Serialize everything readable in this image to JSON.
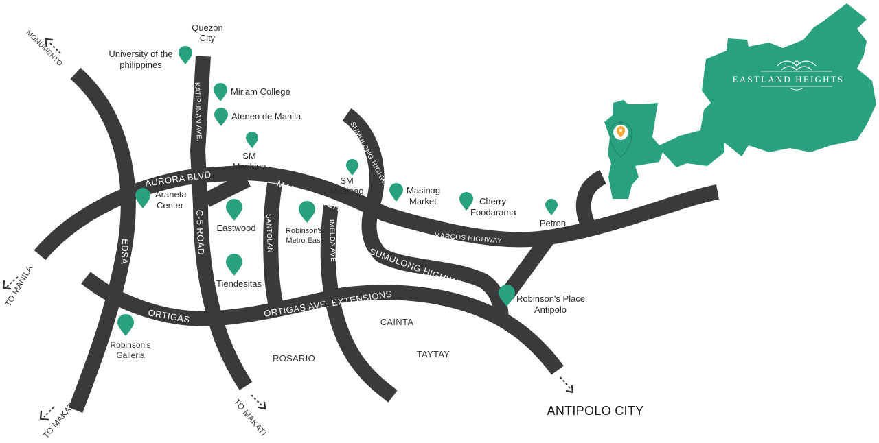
{
  "roads": {
    "aurora": "AURORA BLVD",
    "marcos1": "MARCOS HIGHWAY",
    "marcos2": "MARCOS HIGHWAY",
    "sumulong1": "SUMULONG HIGHWAY",
    "sumulong2": "SUMULONG HIGHWAY",
    "katipunan": "KATIPUNAN AVE.",
    "c5": "C-5 ROAD",
    "edsa": "EDSA",
    "santolan": "SANTOLAN",
    "imelda": "IMELDA AVE.",
    "ortigas": "ORTIGAS",
    "ortigas_ext": "ORTIGAS AVE. EXTENSIONS"
  },
  "places": {
    "quezon_city": [
      "Quezon",
      "City"
    ],
    "up": [
      "University of the",
      "philippines"
    ],
    "miriam": "Miriam College",
    "ateneo": "Ateneo de Manila",
    "sm_marikina": [
      "SM",
      "Marikina"
    ],
    "sm_masinag": [
      "SM",
      "Masinag"
    ],
    "masinag_market": [
      "Masinag",
      "Market"
    ],
    "cherry": [
      "Cherry",
      "Foodarama"
    ],
    "petron": "Petron",
    "araneta": [
      "Araneta",
      "Center"
    ],
    "eastwood": "Eastwood",
    "robinsons_metro_east": [
      "Robinson's",
      "Metro East"
    ],
    "tiendesitas": "Tiendesitas",
    "robinsons_antipolo": [
      "Robinson's Place",
      "Antipolo"
    ],
    "robinsons_galleria": [
      "Robinson's",
      "Galleria"
    ]
  },
  "areas": {
    "cainta": "CAINTA",
    "rosario": "ROSARIO",
    "taytay": "TAYTAY",
    "antipolo_city": "ANTIPOLO CITY"
  },
  "directions": {
    "monumento": "MONUMENTO",
    "to_manila": "TO MANILA",
    "to_makati_1": "TO MAKATI",
    "to_makati_2": "TO MAKATI"
  },
  "brand": {
    "name": "EASTLAND HEIGHTS"
  },
  "colors": {
    "road": "#3a3a3c",
    "pin": "#2aa17e",
    "region": "#2aa17e",
    "location_pin_center": "#f2a93b"
  },
  "icons": {
    "pin": "map-pin-icon",
    "location": "location-marker-icon"
  }
}
